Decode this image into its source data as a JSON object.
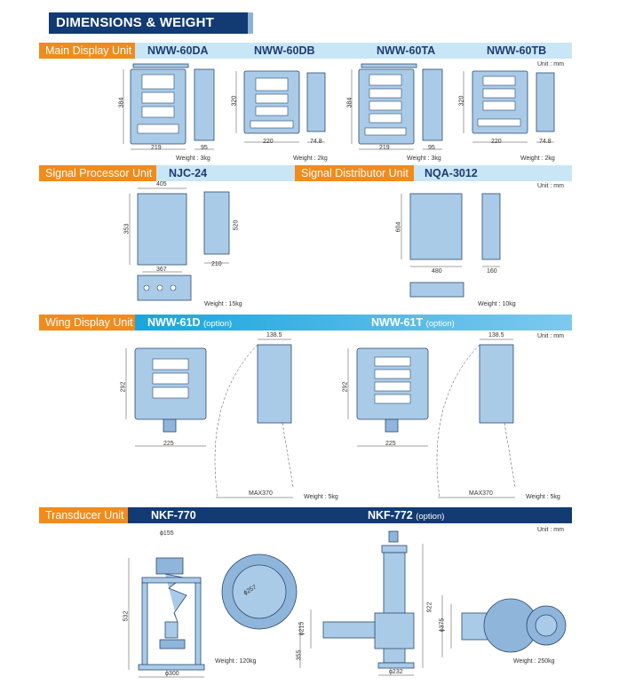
{
  "header": {
    "title": "DIMENSIONS & WEIGHT"
  },
  "sections": {
    "main": {
      "label": "Main Display Unit",
      "models": [
        "NWW-60DA",
        "NWW-60DB",
        "NWW-60TA",
        "NWW-60TB"
      ],
      "unit": "Unit : mm",
      "dims": {
        "da_h": "384",
        "da_w": "219",
        "da_d": "95",
        "db_h": "320",
        "db_w": "220",
        "db_d": "74.8",
        "ta_h": "384",
        "ta_w": "219",
        "ta_d": "95",
        "tb_h": "320",
        "tb_w": "220",
        "tb_d": "74.8"
      },
      "weights": [
        "Weight : 3kg",
        "Weight : 2kg",
        "Weight : 3kg",
        "Weight : 2kg"
      ]
    },
    "processor": {
      "label": "Signal Processor Unit",
      "model": "NJC-24",
      "dims": {
        "top": "405",
        "h": "353",
        "h2": "520",
        "w": "367",
        "d": "210"
      },
      "weight": "Weight : 15kg"
    },
    "distributor": {
      "label": "Signal Distributor Unit",
      "model": "NQA-3012",
      "unit": "Unit : mm",
      "dims": {
        "h": "604",
        "w": "480",
        "d": "160"
      },
      "weight": "Weight : 10kg"
    },
    "wing": {
      "label": "Wing Display Unit",
      "models": [
        "NWW-61D",
        "NWW-61T"
      ],
      "option": "(option)",
      "unit": "Unit : mm",
      "dims": {
        "h1": "292",
        "w1": "225",
        "d1": "138.5",
        "max1": "MAX370",
        "h2": "292",
        "w2": "225",
        "d2": "138.5",
        "max2": "MAX370"
      },
      "weights": [
        "Weight : 5kg",
        "Weight : 5kg"
      ]
    },
    "transducer": {
      "label": "Transducer Unit",
      "models": [
        "NKF-770",
        "NKF-772"
      ],
      "option": "(option)",
      "unit": "Unit : mm",
      "dims": {
        "phi155": "ϕ155",
        "h1": "532",
        "phi257": "ϕ257",
        "base": "ϕ300",
        "h2": "922",
        "phi215": "ϕ215",
        "h3": "355",
        "phi232": "ϕ232",
        "phi375": "ϕ375"
      },
      "weights": [
        "Weight : 120kg",
        "Weight : 250kg"
      ]
    }
  }
}
